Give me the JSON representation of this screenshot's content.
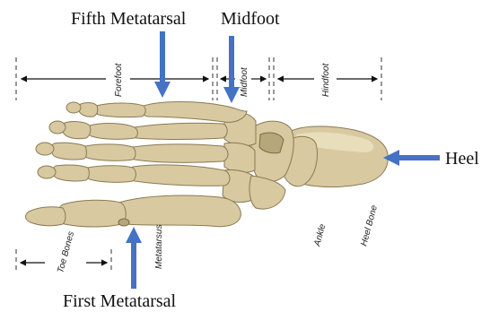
{
  "labels": {
    "fifth_metatarsal": "Fifth Metatarsal",
    "midfoot": "Midfoot",
    "heel": "Heel",
    "first_metatarsal": "First Metatarsal"
  },
  "region_labels": {
    "forefoot": "Forefoot",
    "midfoot": "Midfoot",
    "hindfoot": "Hindfoot",
    "toe_bones": "Toe Bones",
    "metatarsus": "Metatarsus",
    "ankle": "Ankle",
    "heel_bone": "Heel Bone"
  },
  "colors": {
    "arrow_blue": "#4472c4",
    "bone": "#d8c9a0",
    "outline": "#8a7a55"
  }
}
